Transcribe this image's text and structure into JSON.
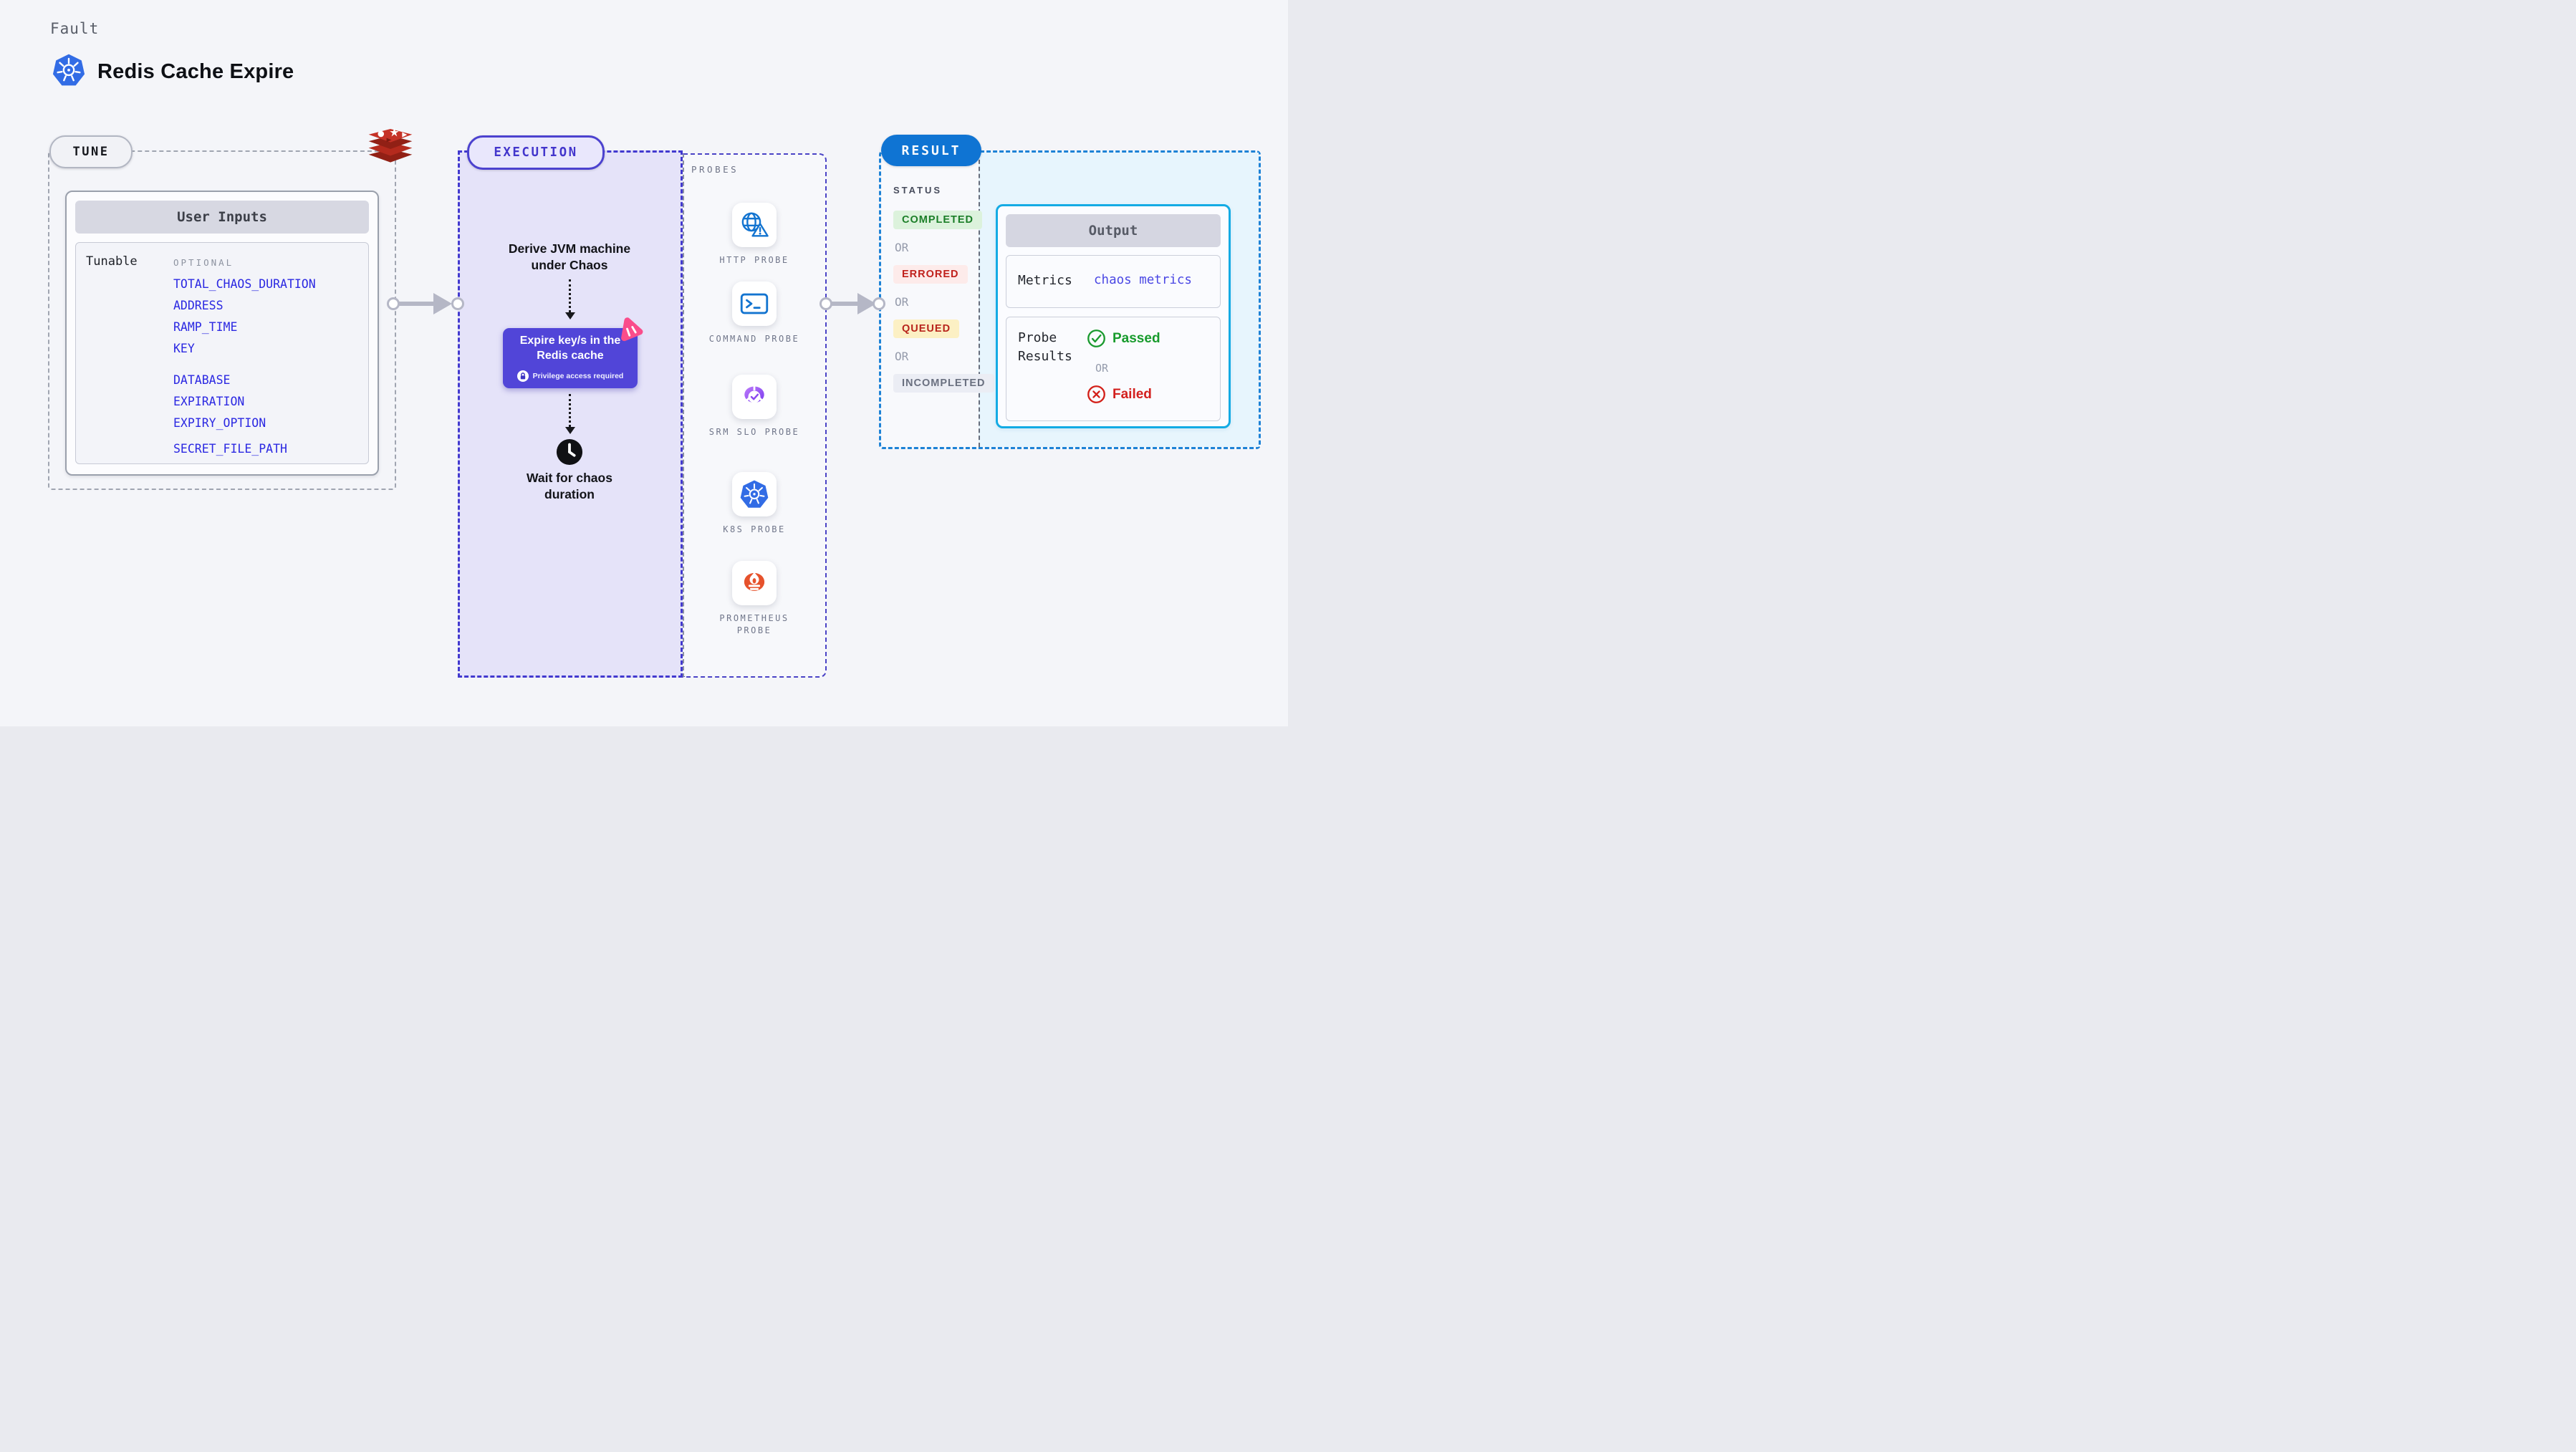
{
  "page": {
    "kind_label": "Fault",
    "title": "Redis Cache Expire",
    "background": "#f4f5f9"
  },
  "tune": {
    "badge": "TUNE",
    "card": {
      "header": "User Inputs",
      "row_label": "Tunable",
      "column_label": "OPTIONAL",
      "param_groups": [
        [
          "TOTAL_CHAOS_DURATION",
          "ADDRESS",
          "RAMP_TIME",
          "KEY"
        ],
        [
          "DATABASE",
          "EXPIRATION",
          "EXPIRY_OPTION"
        ],
        [
          "SECRET_FILE_PATH"
        ]
      ]
    }
  },
  "execution": {
    "badge": "EXECUTION",
    "steps": {
      "derive": "Derive JVM machine under Chaos",
      "fault": "Expire key/s in the Redis cache",
      "fault_note": "Privilege access required",
      "wait": "Wait for chaos duration"
    }
  },
  "probes": {
    "label": "PROBES",
    "items": [
      {
        "label": "HTTP PROBE",
        "icon": "http-probe-icon"
      },
      {
        "label": "COMMAND PROBE",
        "icon": "command-probe-icon"
      },
      {
        "label": "SRM SLO PROBE",
        "icon": "srm-slo-probe-icon"
      },
      {
        "label": "K8S PROBE",
        "icon": "k8s-probe-icon"
      },
      {
        "label": "PROMETHEUS PROBE",
        "icon": "prometheus-probe-icon"
      }
    ]
  },
  "result": {
    "badge": "RESULT",
    "status_label": "STATUS",
    "or_label": "OR",
    "statuses": [
      {
        "label": "COMPLETED",
        "color": "#1b7e27",
        "background": "#dcf2dc"
      },
      {
        "label": "ERRORED",
        "color": "#c0211c",
        "background": "#fdebea"
      },
      {
        "label": "QUEUED",
        "color": "#b8241c",
        "background": "#fcf0c4"
      },
      {
        "label": "INCOMPLETED",
        "color": "#6a7080",
        "background": "#ebedf4"
      }
    ],
    "output": {
      "header": "Output",
      "metrics_label": "Metrics",
      "metrics_value": "chaos metrics",
      "probe_results_label": "Probe Results",
      "passed_label": "Passed",
      "failed_label": "Failed"
    }
  },
  "colors": {
    "accent_indigo": "#4c42cf",
    "execution_fill": "#e5e3f9",
    "fault_purple": "#5145d8",
    "litmus_pink": "#fa4d8b",
    "param_link_blue": "#2b28e2",
    "result_blue": "#0f74d3",
    "output_border_cyan": "#14abe4",
    "result_fill": "#e7f5fd",
    "kubernetes_blue": "#326ce5",
    "redis_red": "#c53227",
    "prometheus_orange": "#e6522c",
    "probe_icon_blue": "#1374d0"
  }
}
